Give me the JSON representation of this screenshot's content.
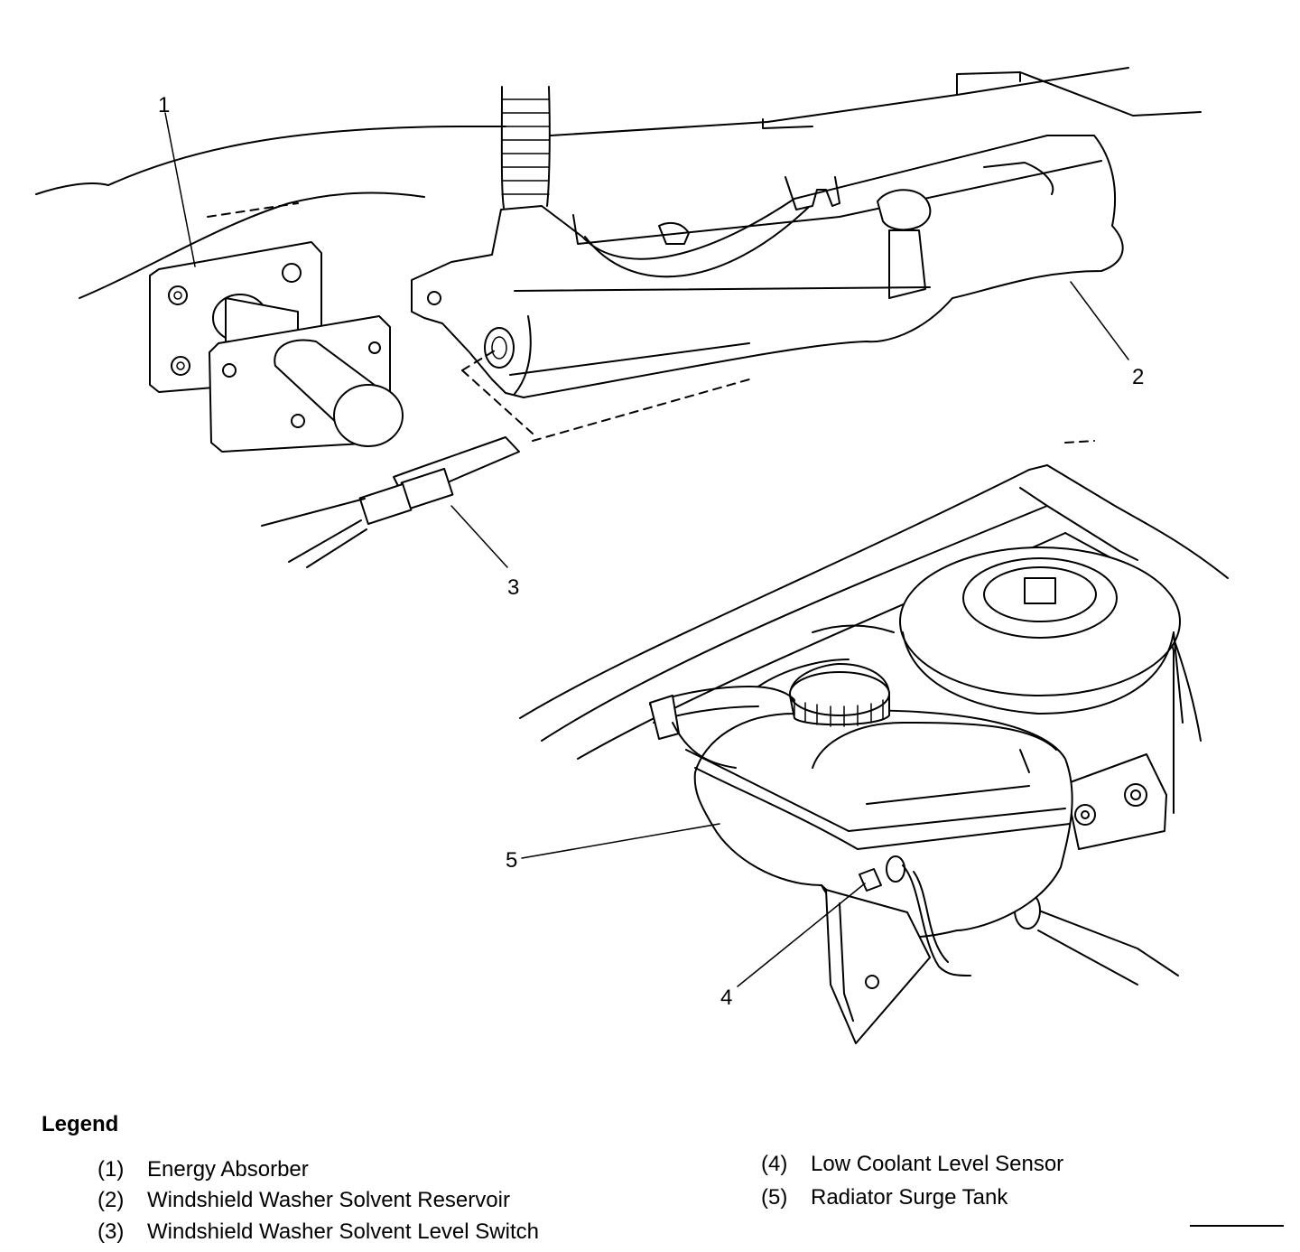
{
  "callouts": [
    {
      "id": "1",
      "label": "1"
    },
    {
      "id": "2",
      "label": "2"
    },
    {
      "id": "3",
      "label": "3"
    },
    {
      "id": "4",
      "label": "4"
    },
    {
      "id": "5",
      "label": "5"
    }
  ],
  "legend": {
    "title": "Legend",
    "items": [
      {
        "number": "(1)",
        "text": "Energy Absorber"
      },
      {
        "number": "(2)",
        "text": "Windshield Washer Solvent Reservoir"
      },
      {
        "number": "(3)",
        "text": "Windshield Washer Solvent Level Switch"
      },
      {
        "number": "(4)",
        "text": "Low Coolant Level Sensor"
      },
      {
        "number": "(5)",
        "text": "Radiator Surge Tank"
      }
    ]
  }
}
